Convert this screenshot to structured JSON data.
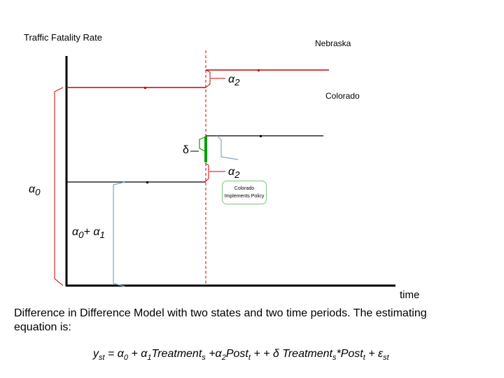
{
  "diagram": {
    "y_axis_label": "Traffic Fatality Rate",
    "x_axis_label": "time",
    "series": {
      "nebraska": "Nebraska",
      "colorado": "Colorado"
    },
    "annotations": {
      "alpha2_top": "α",
      "alpha2_top_sub": "2",
      "delta": "δ",
      "alpha2_mid": "α",
      "alpha2_mid_sub": "2",
      "alpha0": "α",
      "alpha0_sub": "0",
      "alpha0_alpha1": "α",
      "alpha0_alpha1_sub0": "0",
      "alpha0_alpha1_plus": "+ α",
      "alpha0_alpha1_sub1": "1"
    },
    "callout": {
      "line1": "Colorado",
      "line2": "Implements Policy"
    },
    "colors": {
      "nebraska": "#cc0000",
      "colorado": "#000000",
      "treatment_bracket": "#7fa7c9",
      "delta_bracket": "#00a000",
      "policy_line": "#cc0000"
    }
  },
  "caption": "Difference in Difference Model with two states and two time periods.   The estimating equation is:",
  "equation": {
    "y": "y",
    "y_sub": "st",
    "t1": " = α",
    "t1_sub": "0",
    "t2": " + α",
    "t2_sub": "1",
    "t3": "Treatment",
    "t3_sub": "s",
    "t4": " +α",
    "t4_sub": "2",
    "t5": "Post",
    "t5_sub": "t",
    "t6": " + + δ Treatment",
    "t6_sub": "s",
    "t7": "*Post",
    "t7_sub": "t",
    "t8": " + ε",
    "t8_sub": "st"
  }
}
